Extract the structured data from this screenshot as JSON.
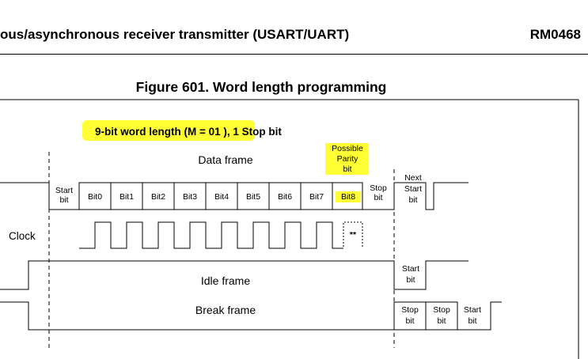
{
  "header": {
    "title": "ous/asynchronous receiver transmitter (USART/UART)",
    "doc_id": "RM0468"
  },
  "figure": {
    "title": "Figure 601. Word length programming",
    "config_highlight": "9-bit word length (M = 01 )",
    "config_rest": ", 1 Stop bit",
    "data_frame_label": "Data frame",
    "parity_note": [
      "Possible",
      "Parity",
      "bit"
    ],
    "start_cell": [
      "Start",
      "bit"
    ],
    "bits": [
      "Bit0",
      "Bit1",
      "Bit2",
      "Bit3",
      "Bit4",
      "Bit5",
      "Bit6",
      "Bit7",
      "Bit8"
    ],
    "stop_cell": [
      "Stop",
      "bit"
    ],
    "next_start_cell": [
      "Next",
      "Start",
      "bit"
    ],
    "clock_label": "Clock",
    "clock_marker": "**",
    "idle_frame_label": "Idle frame",
    "idle_start_cell": [
      "Start",
      "bit"
    ],
    "break_frame_label": "Break frame",
    "break_cells": [
      [
        "Stop",
        "bit"
      ],
      [
        "Stop",
        "bit"
      ],
      [
        "Start",
        "bit"
      ]
    ],
    "highlight_color": "#ffff33"
  }
}
